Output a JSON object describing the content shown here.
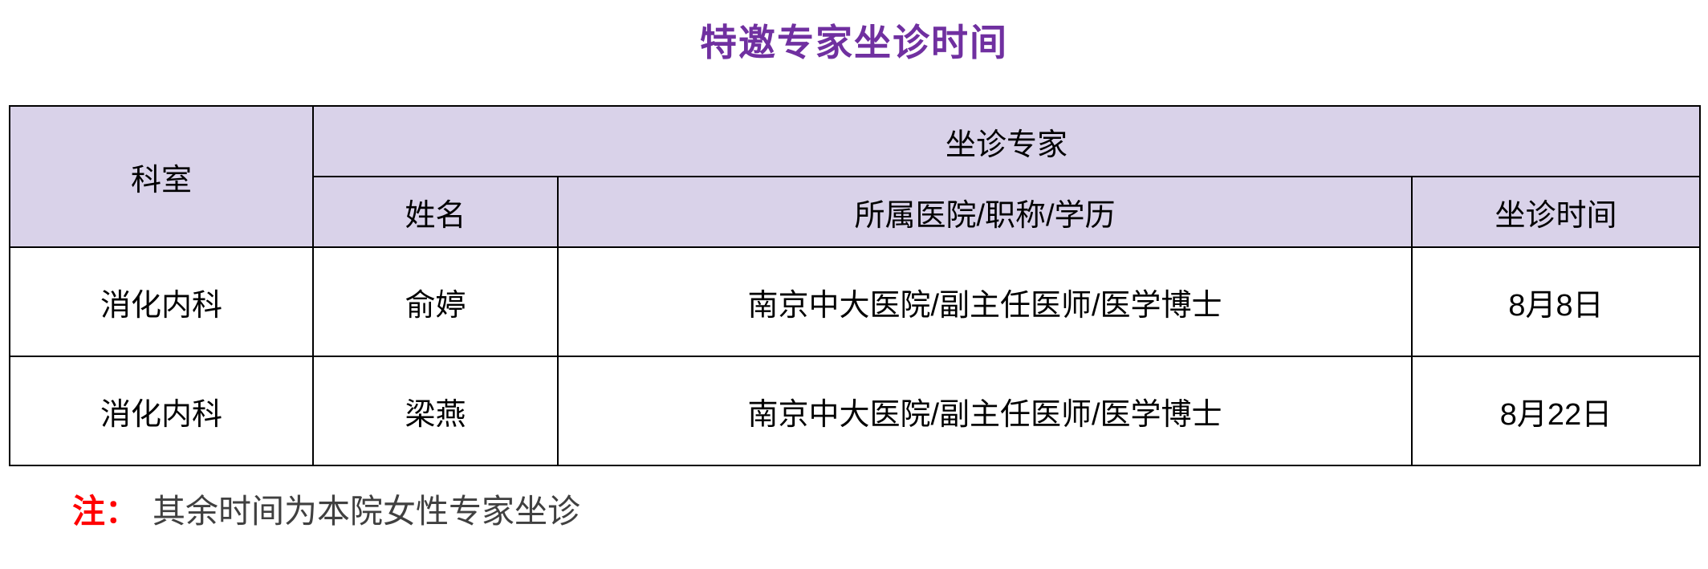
{
  "title": "特邀专家坐诊时间",
  "table": {
    "headers": {
      "department": "科室",
      "expert_group": "坐诊专家",
      "name": "姓名",
      "hospital_title_degree": "所属医院/职称/学历",
      "time": "坐诊时间"
    },
    "rows": [
      {
        "department": "消化内科",
        "name": "俞婷",
        "hospital": "南京中大医院/副主任医师/医学博士",
        "time": "8月8日"
      },
      {
        "department": "消化内科",
        "name": "梁燕",
        "hospital": "南京中大医院/副主任医师/医学博士",
        "time": "8月22日"
      }
    ]
  },
  "note": {
    "label": "注：",
    "text": "其余时间为本院女性专家坐诊"
  },
  "colors": {
    "title_color": "#7030a0",
    "header_bg": "#d9d2e9",
    "border_color": "#000000",
    "note_label_color": "#ff0000",
    "note_text_color": "#404040",
    "page_bg": "#ffffff"
  }
}
